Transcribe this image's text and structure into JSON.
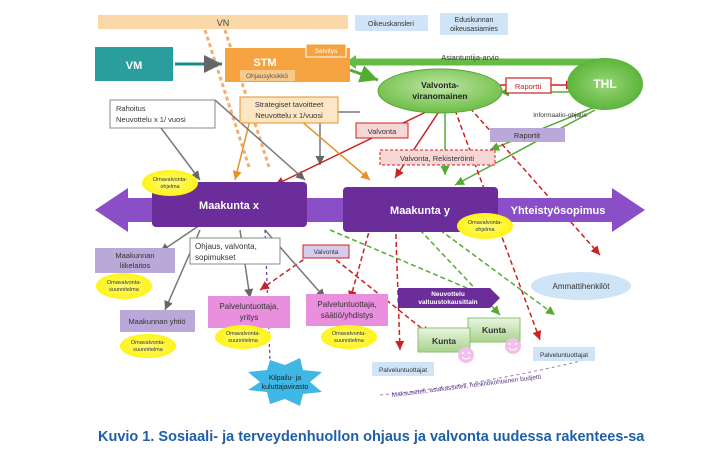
{
  "colors": {
    "purple": "#7030a0",
    "teal": "#1f8a8a",
    "orange": "#f4a340",
    "green": "#66bb44",
    "red": "#cc2222",
    "lavender": "#b9a8d8",
    "light_blue": "#bcd8f0",
    "yellow": "#fff200",
    "caption_blue": "#1f5fa8"
  },
  "nodes": {
    "vn": "VN",
    "oikeuskansleri": "Oikeuskansleri",
    "eduskunnan_oikeusasiamies": [
      "Eduskunnan",
      "oikeusasiamies"
    ],
    "vm": "VM",
    "stm": "STM",
    "selvitys": "Selvitys",
    "ohjausyksikko": "Ohjausyksikkö",
    "asiantuntija_arvio": "Asiantuntija-arvio",
    "valvontaviranomainen": [
      "Valvonta-",
      "viranomainen"
    ],
    "raportti": "Raportti",
    "thl": "THL",
    "rahoitus": [
      "Rahoitus",
      "Neuvottelu x 1/ vuosi"
    ],
    "strategiset": [
      "Strategiset tavoitteet",
      "Neuvottelu x 1/vuosi"
    ],
    "valvonta_1": "Valvonta",
    "informaatio_ohjaus": "Informaatio-ohjaus",
    "raportit": "Raportit",
    "valvonta_rekisterointi": "Valvonta, Rekisteröinti",
    "omavalvontaohjelma_x": [
      "Omavalvonta-",
      "ohjelma"
    ],
    "maakunta_x": "Maakunta x",
    "maakunta_y": "Maakunta y",
    "yhteistyosopimus": "Yhteistyösopimus",
    "omavalvontaohjelma_y": [
      "Omavalvonta-",
      "ohjelma"
    ],
    "maakunnan_liikelaitos": [
      "Maakunnan",
      "liikelaitos"
    ],
    "ohjaus_valvonta": [
      "Ohjaus, valvonta,",
      "sopimukset"
    ],
    "valvonta_2": "Valvonta",
    "ammattihenkilot": "Ammattihenkilöt",
    "omavalvontasuunnitelma_1": [
      "Omavalvonta-",
      "suunnitelma"
    ],
    "palveluntuottaja_yritys": [
      "Palveluntuottaja,",
      "yritys"
    ],
    "palveluntuottaja_saatio": [
      "Palveluntuottaja,",
      "säätiö/yhdistys"
    ],
    "neuvottelu_valtuustokausittain": [
      "Neuvottelu",
      "valtuustokausittain"
    ],
    "maakunnan_yhtio": "Maakunnan yhtiö",
    "omavalvontasuunnitelma_2": [
      "Omavalvonta-",
      "suunnitelma"
    ],
    "omavalvontasuunnitelma_3": [
      "Omavalvonta-",
      "suunnitelma"
    ],
    "omavalvontasuunnitelma_4": [
      "Omavalvonta-",
      "suunnitelma"
    ],
    "kunta_1": "Kunta",
    "kunta_2": "Kunta",
    "palveluntuottajat_1": "Palveluntuottajat",
    "palveluntuottajat_2": "Palveluntuottajat",
    "kilpailu": [
      "Kilpailu- ja",
      "kuluttajavirasto"
    ],
    "maksuseteli": "Maksuseteli, asiakasseteli, henkilökohtainen budjetti"
  },
  "caption": "Kuvio 1. Sosiaali- ja terveydenhuollon ohjaus ja valvonta uudessa rakentees-sa"
}
